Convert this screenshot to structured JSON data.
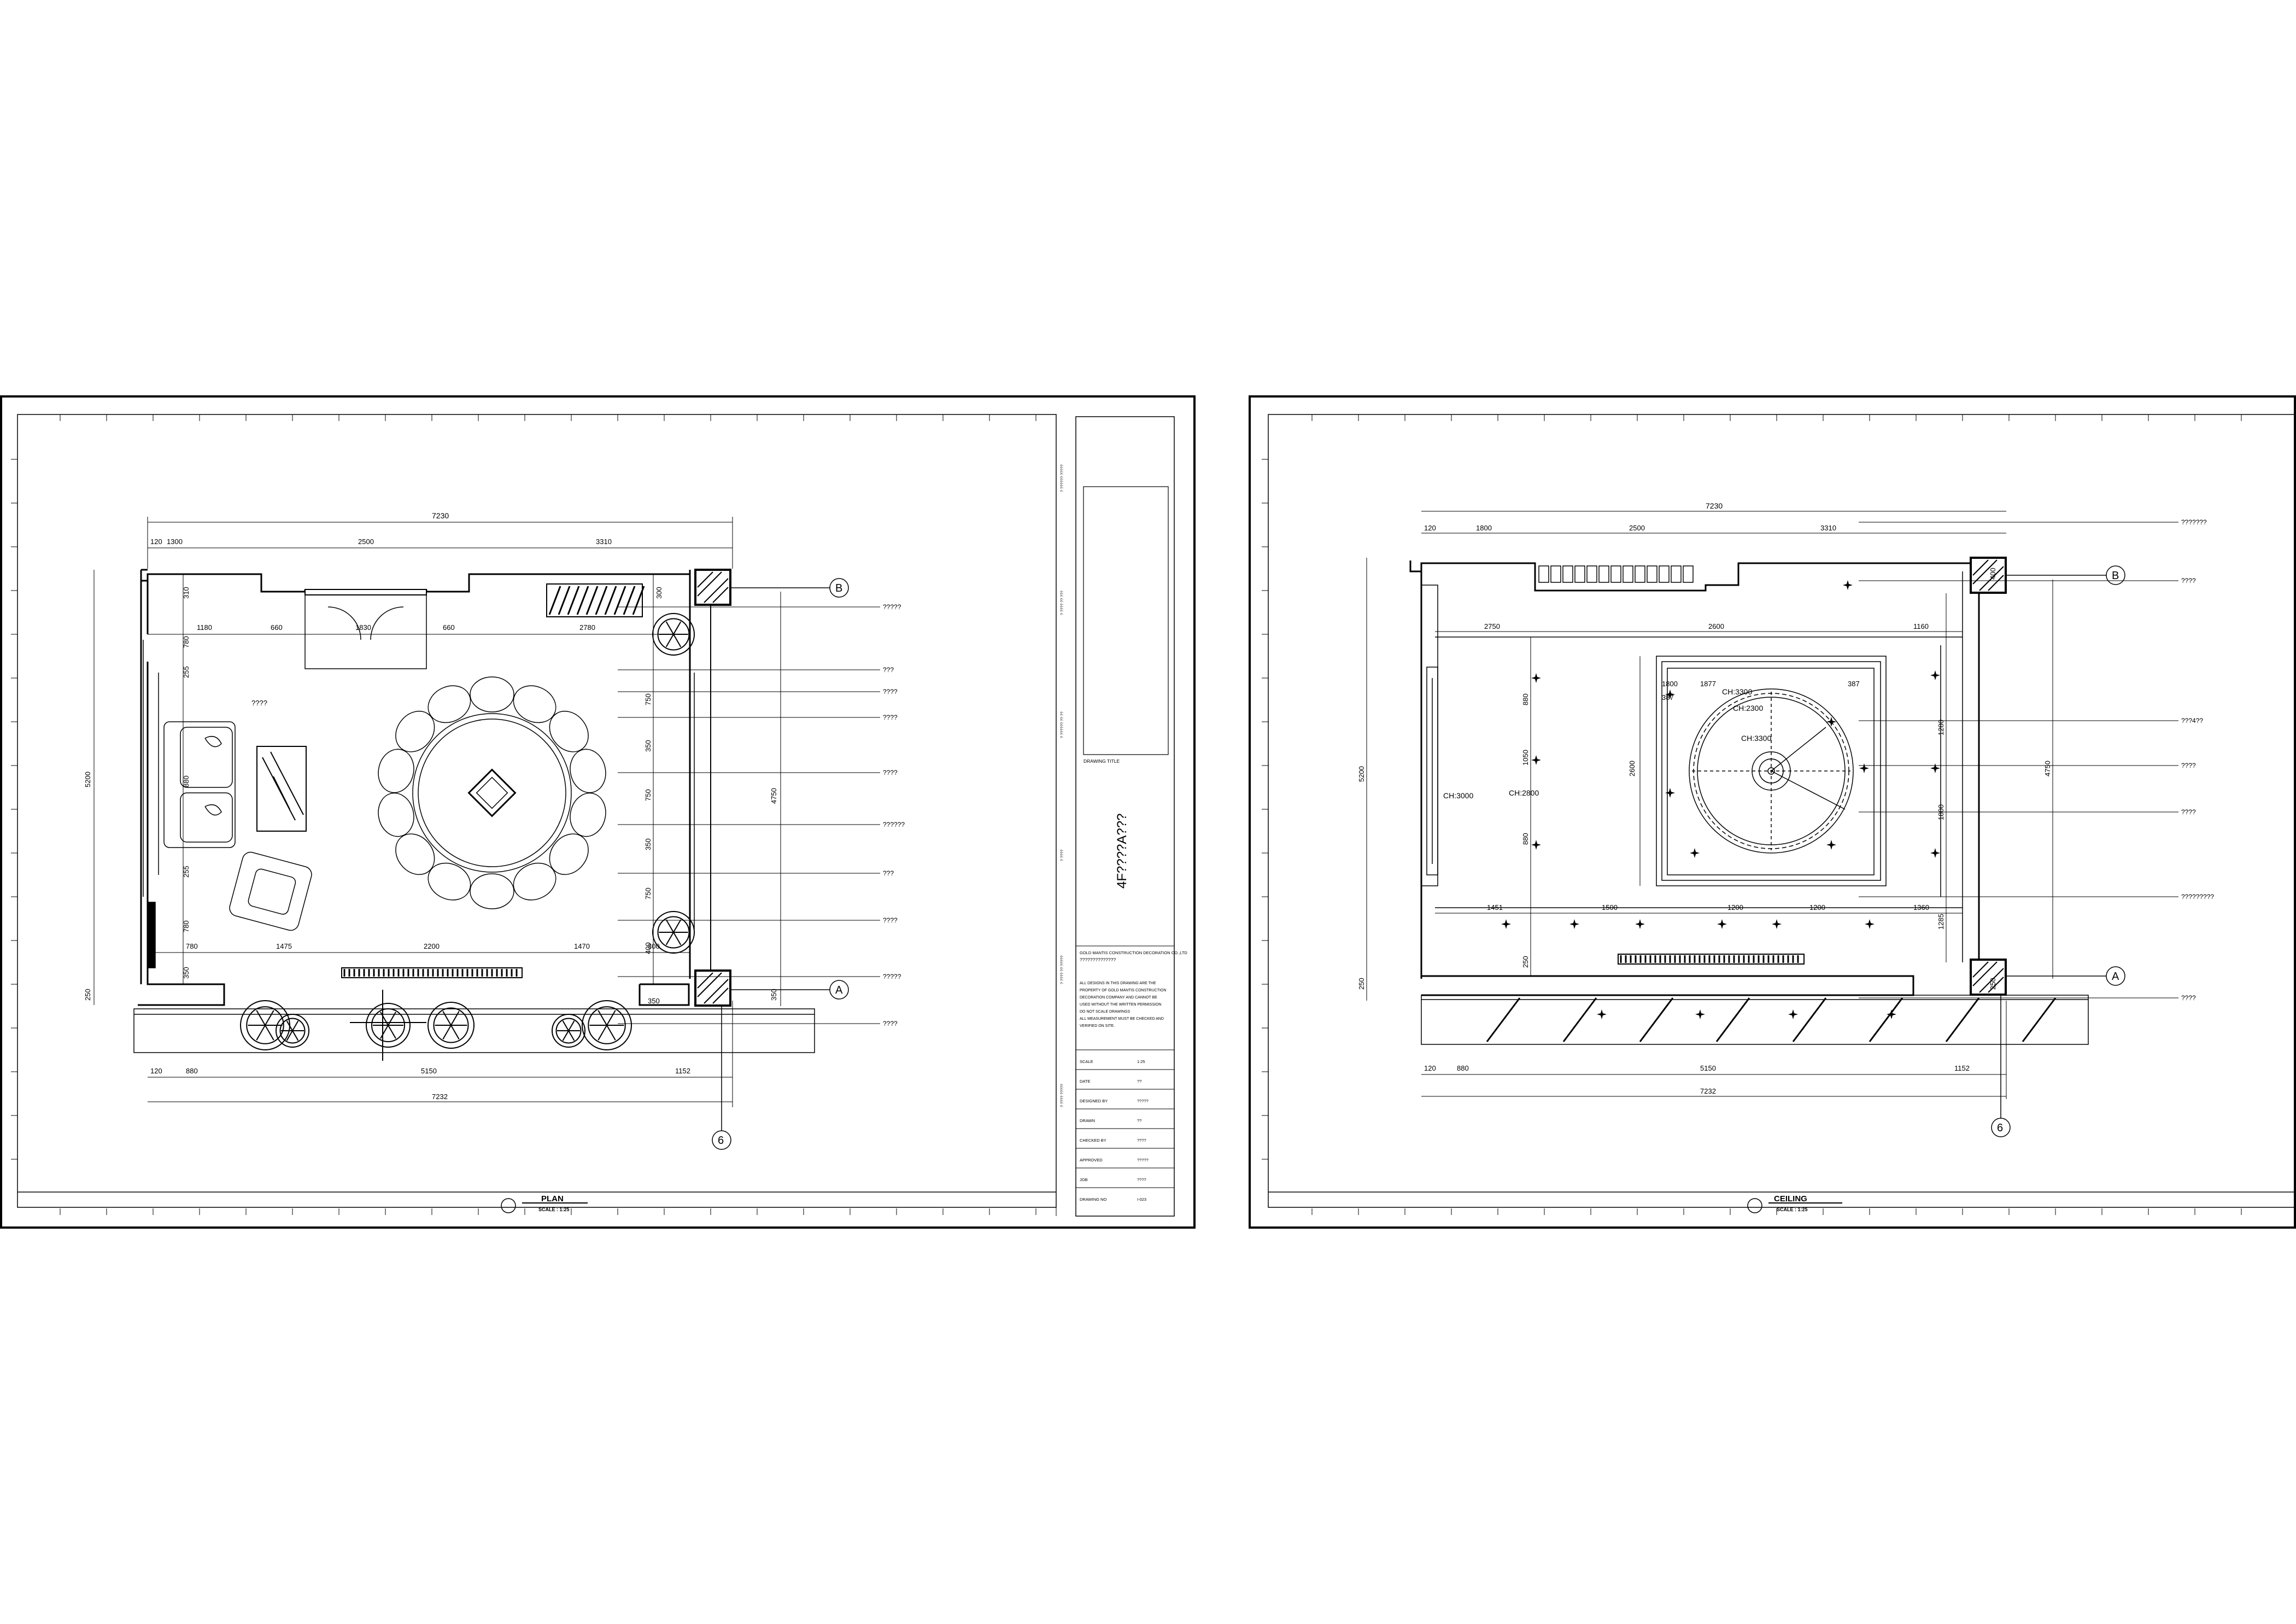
{
  "plan": {
    "title": "PLAN",
    "scale": "SCALE : 1:25",
    "grid_a": "A",
    "grid_b": "B",
    "grid_6": "6",
    "dims_top": [
      "7230",
      "120",
      "1300",
      "2500",
      "3310"
    ],
    "dims_mid": [
      "1180",
      "660",
      "1830",
      "660",
      "2780"
    ],
    "dims_bottom": [
      "120",
      "880",
      "5150",
      "1152",
      "7232"
    ],
    "dims_inner": [
      "780",
      "1475",
      "2200",
      "1470",
      "300",
      "350"
    ],
    "dims_left": [
      "5200",
      "310",
      "780",
      "255",
      "880",
      "255",
      "780",
      "350",
      "250"
    ],
    "dims_right": [
      "4750",
      "300",
      "750",
      "350",
      "750",
      "350",
      "750",
      "400",
      "350"
    ],
    "room_label": "????",
    "callouts": [
      "?????",
      "???",
      "????",
      "????",
      "????",
      "??????",
      "???",
      "????",
      "?????",
      "????"
    ]
  },
  "ceiling": {
    "title": "CEILING",
    "scale": "SCALE : 1:25",
    "grid_a": "A",
    "grid_b": "B",
    "grid_6": "6",
    "dims_top": [
      "7230",
      "120",
      "1800",
      "2500",
      "3310"
    ],
    "dims_row2": [
      "2750",
      "2600",
      "1160"
    ],
    "dims_inner": [
      "1800",
      "1877",
      "387",
      "387",
      "2600"
    ],
    "ch_labels": [
      "CH:3300",
      "CH:2300",
      "CH:3300",
      "CH:3000",
      "CH:2800"
    ],
    "dims_bottom_row": [
      "1451",
      "1500",
      "1200",
      "1200",
      "1360"
    ],
    "dims_bottom": [
      "120",
      "880",
      "5150",
      "1152",
      "7232"
    ],
    "dims_left": [
      "5200",
      "250",
      "880",
      "1050",
      "880",
      "250"
    ],
    "dims_right": [
      "4750",
      "400",
      "1280",
      "1800",
      "1285",
      "250"
    ],
    "callouts": [
      "???????",
      "????",
      "???4??",
      "????",
      "????",
      "?????????",
      "????"
    ]
  },
  "title_block": {
    "project_code": "4F????A???",
    "drawing_title_label": "DRAWING TITLE",
    "company": "GOLD MANTIS CONSTRUCTION DECORATION CO.,LTD",
    "company_cn": "??????????????",
    "notes": [
      "ALL DESIGNS IN THIS DRAWING ARE THE",
      "PROPERTY OF GOLD MANTIS CONSTRUCTION",
      "DECORATION COMPANY AND CANNOT BE",
      "USED WITHOUT THE WRITTEN PERMISSION",
      "DO NOT SCALE DRAWINGS",
      "ALL MEASUREMENT MUST BE CHECKED AND",
      "VERIFIED ON SITE."
    ],
    "rows": [
      {
        "label": "SCALE",
        "value": "1:25"
      },
      {
        "label": "DATE",
        "value": "??"
      },
      {
        "label": "DESIGNED BY",
        "value": "?????"
      },
      {
        "label": "DRAWN",
        "value": "??"
      },
      {
        "label": "CHECKED BY",
        "value": "????"
      },
      {
        "label": "APPROVED",
        "value": "?????"
      },
      {
        "label": "JOB",
        "value": "????"
      },
      {
        "label": "DRAWING NO",
        "value": "I-023"
      }
    ],
    "side_texts": [
      "? ?????? ?????",
      "? ???? ?? ???",
      "? ?????? ?? ??",
      "? ????",
      "? ???? ?? ?????",
      "? ???? ?????"
    ]
  }
}
